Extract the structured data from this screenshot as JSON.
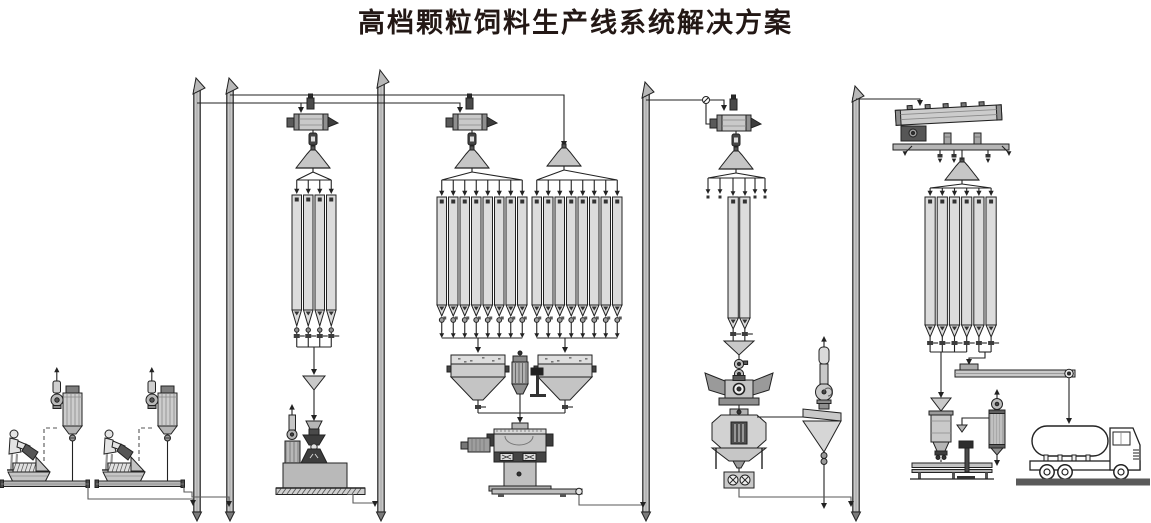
{
  "title": "高档颗粒饲料生产线系统解决方案",
  "colors": {
    "background": "#ffffff",
    "title_text": "#231815",
    "line": "#222222",
    "return_line": "#5a5a5a",
    "silo_fill": "#dcdcdc",
    "machine_light": "#c9c9c9",
    "machine_mid": "#9a9a9a",
    "machine_dark": "#3d3d3d",
    "ground": "#5a5a5a"
  },
  "equipment": [
    {
      "icon": "worker-with-bag-icon",
      "count": 2
    },
    {
      "icon": "intake-hopper-icon",
      "count": 2
    },
    {
      "icon": "aspiration-filter-icon",
      "count": 2
    },
    {
      "icon": "fan-icon",
      "count": 3
    },
    {
      "icon": "belt-conveyor-icon",
      "count": 2
    },
    {
      "icon": "bucket-elevator-icon",
      "count": 5
    },
    {
      "icon": "rotary-cleaner-icon",
      "count": 3
    },
    {
      "icon": "magnet-separator-icon",
      "count": 3
    },
    {
      "icon": "rotary-distributor-icon",
      "count": 5
    },
    {
      "icon": "raw-material-silo-icon",
      "count": 4
    },
    {
      "icon": "hammer-mill-icon",
      "count": 1
    },
    {
      "icon": "pulse-dust-filter-icon",
      "count": 2
    },
    {
      "icon": "batching-silo-icon",
      "count": 16
    },
    {
      "icon": "weigh-hopper-icon",
      "count": 2
    },
    {
      "icon": "additive-bin-icon",
      "count": 1
    },
    {
      "icon": "batch-mixer-icon",
      "count": 1
    },
    {
      "icon": "two-way-valve-icon",
      "count": 1
    },
    {
      "icon": "pellet-bin-icon",
      "count": 2
    },
    {
      "icon": "conditioner-icon",
      "count": 1
    },
    {
      "icon": "pellet-mill-icon",
      "count": 1
    },
    {
      "icon": "counterflow-cooler-icon",
      "count": 1
    },
    {
      "icon": "crumbler-icon",
      "count": 1
    },
    {
      "icon": "cyclone-icon",
      "count": 1
    },
    {
      "icon": "grading-sieve-icon",
      "count": 1
    },
    {
      "icon": "finished-product-silo-icon",
      "count": 6
    },
    {
      "icon": "packing-scale-icon",
      "count": 1
    },
    {
      "icon": "bag-sewing-conveyor-icon",
      "count": 1
    },
    {
      "icon": "screw-conveyor-icon",
      "count": 1
    },
    {
      "icon": "bulk-truck-icon",
      "count": 1
    }
  ]
}
